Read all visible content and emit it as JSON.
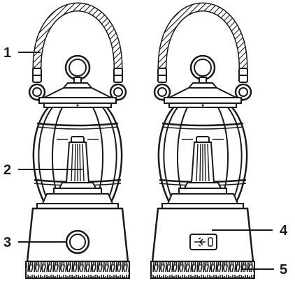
{
  "callouts": [
    {
      "id": "handle",
      "label": "1"
    },
    {
      "id": "light-filament",
      "label": "2"
    },
    {
      "id": "power-button",
      "label": "3"
    },
    {
      "id": "usb-port",
      "label": "4"
    },
    {
      "id": "base-grip",
      "label": "5"
    }
  ],
  "icons": {
    "usb": "usb-icon",
    "button": "power-button-icon"
  },
  "colors": {
    "stroke": "#1a1a1a",
    "background": "#ffffff",
    "grip": "#1a1a1a"
  }
}
